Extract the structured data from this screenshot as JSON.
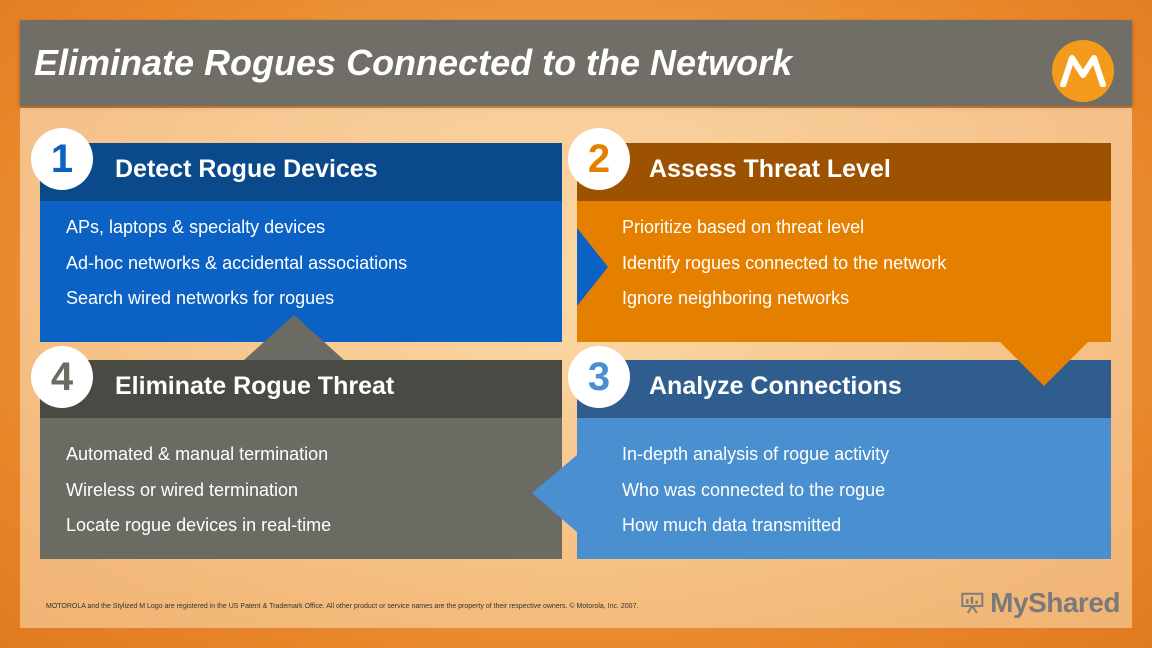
{
  "title": "Eliminate Rogues Connected to the Network",
  "quadrants": [
    {
      "number": "1",
      "heading": "Detect Rogue Devices",
      "items": [
        "APs, laptops & specialty devices",
        "Ad-hoc networks & accidental associations",
        "Search wired networks for rogues"
      ],
      "head_color": "#0a4a8a",
      "body_color": "#0b62c4",
      "number_color": "#0b62c4"
    },
    {
      "number": "2",
      "heading": "Assess Threat Level",
      "items": [
        "Prioritize based on threat level",
        "Identify rogues connected to the network",
        "Ignore neighboring networks"
      ],
      "head_color": "#9c5200",
      "body_color": "#e57f00",
      "number_color": "#e57f00"
    },
    {
      "number": "3",
      "heading": "Analyze Connections",
      "items": [
        "In-depth analysis of rogue activity",
        "Who was connected to the rogue",
        "How much data transmitted"
      ],
      "head_color": "#2f5e8e",
      "body_color": "#4a90d0",
      "number_color": "#4a90d0"
    },
    {
      "number": "4",
      "heading": "Eliminate Rogue Threat",
      "items": [
        "Automated & manual termination",
        "Wireless or wired termination",
        "Locate rogue devices in real-time"
      ],
      "head_color": "#4a4a44",
      "body_color": "#6b6b64",
      "number_color": "#6b6b64"
    }
  ],
  "colors": {
    "title_bar": "#706e67",
    "logo": "#f59b1c"
  },
  "footer": "MOTOROLA and the Stylized M Logo are registered in the US Patent & Trademark Office. All other product or service names are the property of their respective owners.  © Motorola, Inc. 2007.",
  "watermark": "MyShared",
  "icons": {
    "logo": "motorola-m-logo-icon",
    "watermark": "myshared-presentation-icon"
  }
}
